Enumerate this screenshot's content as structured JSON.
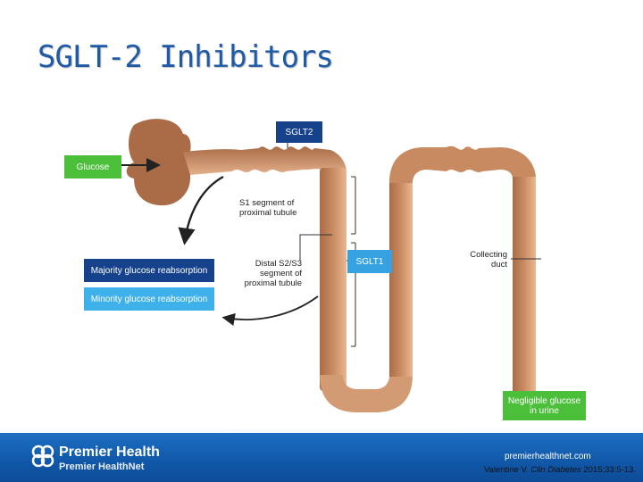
{
  "title": "SGLT-2 Inhibitors",
  "diagram": {
    "glucose": "Glucose",
    "sglt2": "SGLT2",
    "sglt1": "SGLT1",
    "s1_line1": "S1 segment of",
    "s1_line2": "proximal tubule",
    "distal_line1": "Distal S2/S3",
    "distal_line2": "segment of",
    "distal_line3": "proximal tubule",
    "collecting_line1": "Collecting",
    "collecting_line2": "duct",
    "majority": "Majority glucose reabsorption",
    "minority": "Minority glucose reabsorption",
    "negligible_line1": "Negligible glucose",
    "negligible_line2": "in urine"
  },
  "footer": {
    "brand": "Premier Health",
    "brand_sub": "Premier HealthNet",
    "url": "premierhealthnet.com",
    "cite_author": "Valentine V. ",
    "cite_journal": "Clin Diabetes",
    "cite_rest": " 2015;33:5-13."
  },
  "colors": {
    "title": "#1f5aa6",
    "glucose_box": "#4cbf3a",
    "sglt2_box": "#16428c",
    "sglt1_box": "#37a2e2",
    "majority_box": "#16428c",
    "minority_box": "#3eb0ea",
    "negligible_box": "#4cbf3a",
    "tubule_dark": "#a96c47",
    "tubule_light": "#e9b791",
    "footer": "#1565b8"
  }
}
